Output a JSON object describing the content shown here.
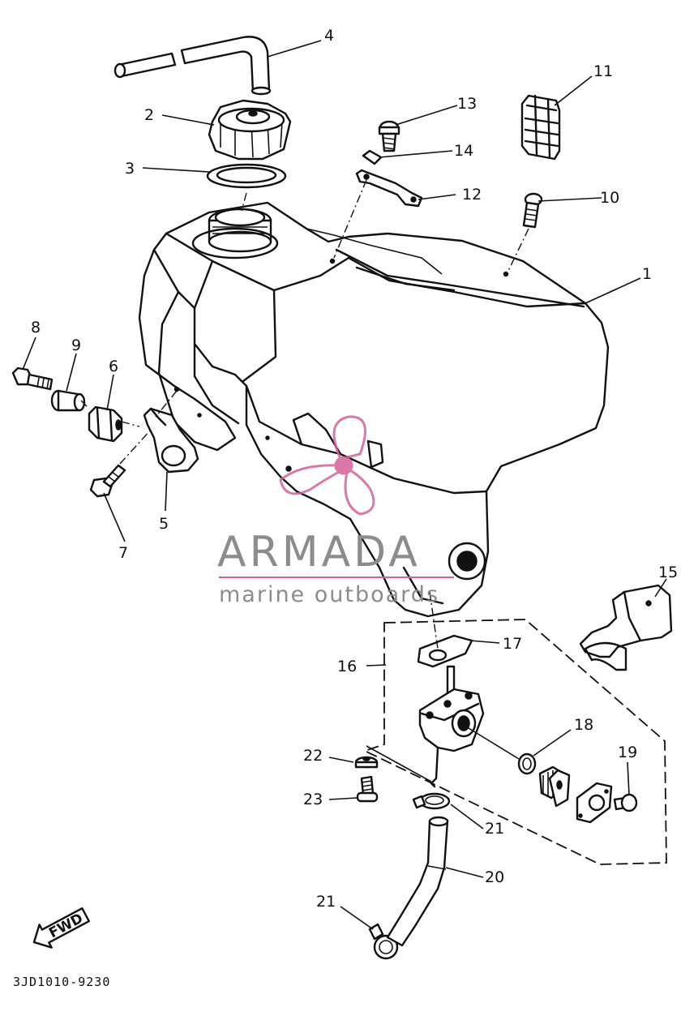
{
  "callouts": [
    {
      "id": "1",
      "label": "1"
    },
    {
      "id": "2",
      "label": "2"
    },
    {
      "id": "3",
      "label": "3"
    },
    {
      "id": "4",
      "label": "4"
    },
    {
      "id": "5",
      "label": "5"
    },
    {
      "id": "6",
      "label": "6"
    },
    {
      "id": "7",
      "label": "7"
    },
    {
      "id": "8",
      "label": "8"
    },
    {
      "id": "9",
      "label": "9"
    },
    {
      "id": "10",
      "label": "10"
    },
    {
      "id": "11",
      "label": "11"
    },
    {
      "id": "12",
      "label": "12"
    },
    {
      "id": "13",
      "label": "13"
    },
    {
      "id": "14",
      "label": "14"
    },
    {
      "id": "15",
      "label": "15"
    },
    {
      "id": "16",
      "label": "16"
    },
    {
      "id": "17",
      "label": "17"
    },
    {
      "id": "18",
      "label": "18"
    },
    {
      "id": "19",
      "label": "19"
    },
    {
      "id": "20",
      "label": "20"
    },
    {
      "id": "21a",
      "label": "21"
    },
    {
      "id": "21b",
      "label": "21"
    },
    {
      "id": "22",
      "label": "22"
    },
    {
      "id": "23",
      "label": "23"
    }
  ],
  "direction_arrow": "FWD",
  "drawing_code": "3JD1010-9230",
  "watermark": {
    "brand": "ARMADA",
    "tagline": "marine outboards",
    "color": "#d4619a",
    "text_color": "#8c8c8c"
  }
}
